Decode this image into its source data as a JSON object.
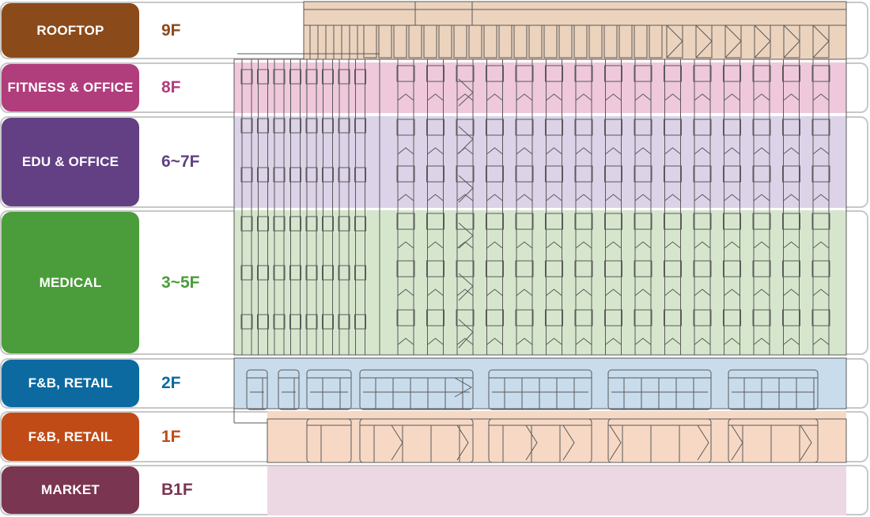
{
  "floors": [
    {
      "label": "ROOFTOP",
      "floor": "9F",
      "color": "#8b4a1a",
      "tint": "#ecd3bd"
    },
    {
      "label": "FITNESS & OFFICE",
      "floor": "8F",
      "color": "#b03d7c",
      "tint": "#efc8db"
    },
    {
      "label": "EDU & OFFICE",
      "floor": "6~7F",
      "color": "#634084",
      "tint": "#dcd3e8"
    },
    {
      "label": "MEDICAL",
      "floor": "3~5F",
      "color": "#4a9d3a",
      "tint": "#d6e6cd"
    },
    {
      "label": "F&B, RETAIL",
      "floor": "2F",
      "color": "#0c6aa1",
      "tint": "#c8dcec"
    },
    {
      "label": "F&B, RETAIL",
      "floor": "1F",
      "color": "#c04b17",
      "tint": "#f6d8c4"
    },
    {
      "label": "MARKET",
      "floor": "B1F",
      "color": "#7a3650",
      "tint": "#ecd8e2"
    }
  ]
}
